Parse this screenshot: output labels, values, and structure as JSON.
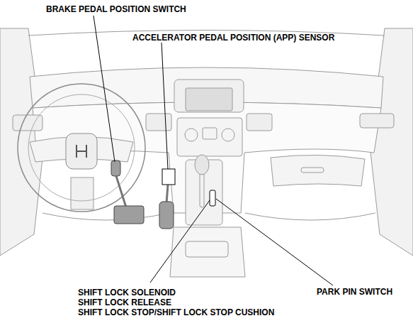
{
  "diagram": {
    "labels": [
      "BRAKE PEDAL POSITION SWITCH",
      "ACCELERATOR PEDAL POSITION (APP) SENSOR",
      "SHIFT LOCK SOLENOID",
      "SHIFT LOCK RELEASE",
      "SHIFT LOCK STOP/SHIFT LOCK STOP CUSHION",
      "PARK PIN SWITCH"
    ]
  }
}
